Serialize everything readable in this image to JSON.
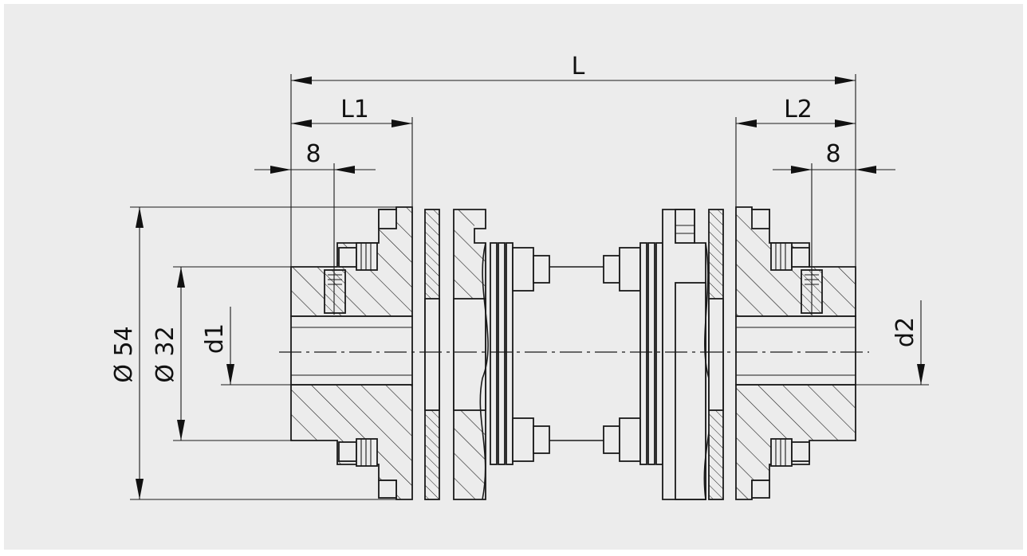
{
  "dimensions": {
    "overall_length": "L",
    "hub_length_left": "L1",
    "hub_length_right": "L2",
    "screw_offset_left": "8",
    "screw_offset_right": "8",
    "outer_diameter": "Ø 54",
    "inner_diameter": "Ø 32",
    "bore_left": "d1",
    "bore_right": "d2"
  }
}
